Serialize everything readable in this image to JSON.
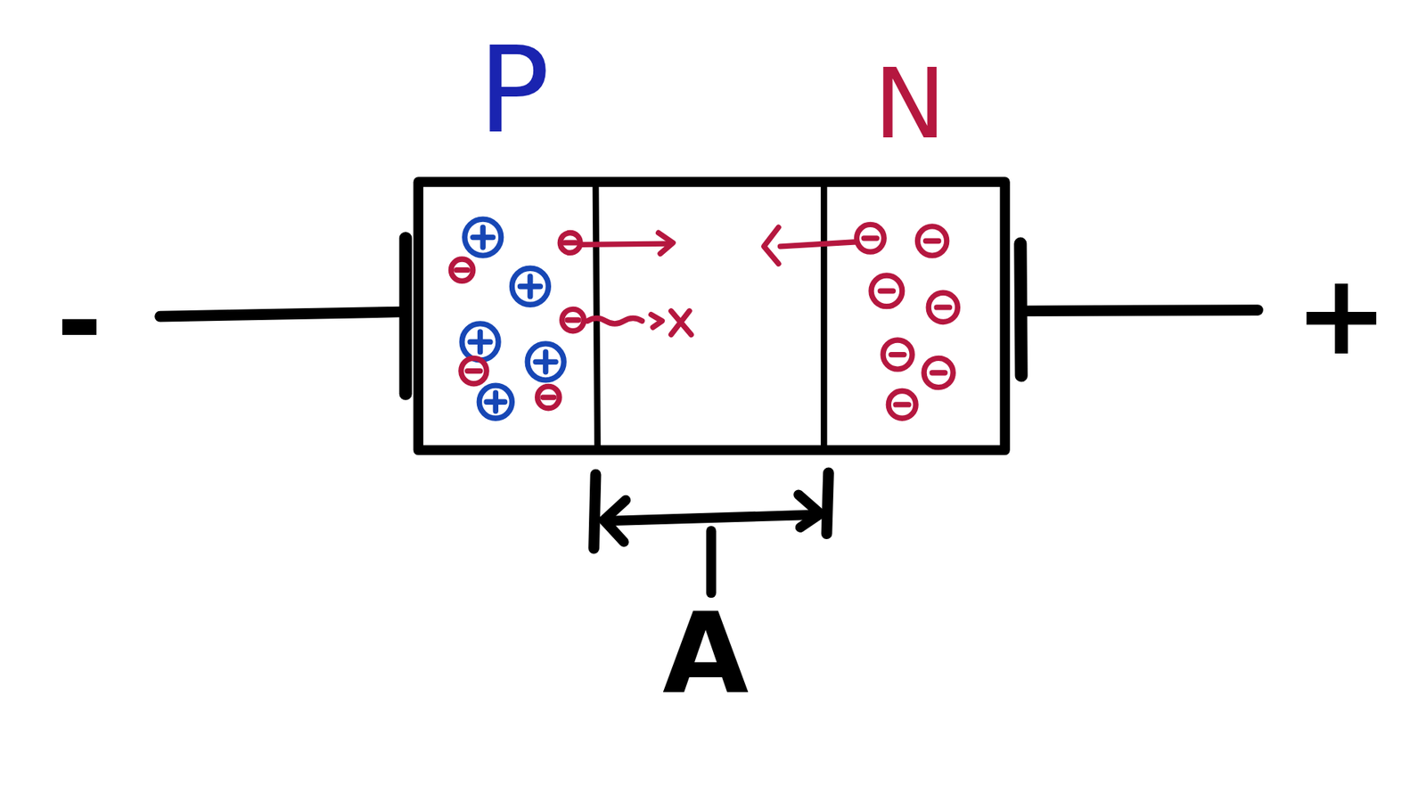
{
  "diagram": {
    "nodes": [
      {
        "text": [
          "P"
        ]
      },
      {
        "text": [
          "N"
        ]
      }
    ],
    "labels": [
      "-",
      "+",
      "A"
    ]
  }
}
